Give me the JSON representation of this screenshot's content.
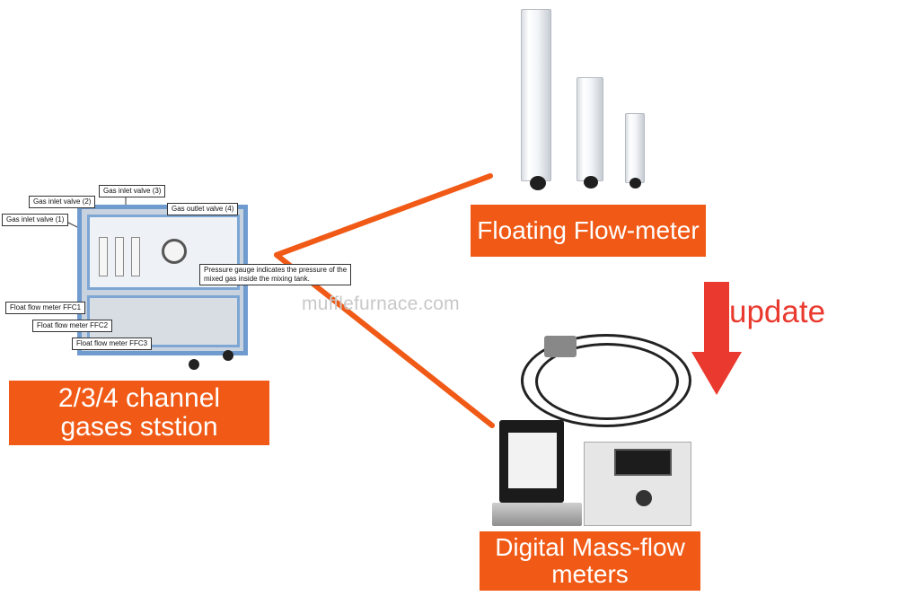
{
  "colors": {
    "accent": "#f05a16",
    "arrow": "#ea3a2f",
    "cabinet_frame": "#6f9bcf"
  },
  "labels": {
    "gas_station_line1": "2/3/4 channel",
    "gas_station_line2": "gases ststion",
    "floating_flow_meter": "Floating Flow-meter",
    "mass_flow_line1": "Digital Mass-flow",
    "mass_flow_line2": "meters",
    "update": "update",
    "watermark": "mufflefurnace.com"
  },
  "callouts": {
    "inlet_valve_1": "Gas inlet valve (1)",
    "inlet_valve_2": "Gas inlet valve (2)",
    "inlet_valve_3": "Gas inlet valve (3)",
    "outlet_valve_4": "Gas outlet valve (4)",
    "pressure_gauge_line1": "Pressure gauge indicates the pressure of the",
    "pressure_gauge_line2": "mixed gas inside the mixing tank.",
    "flow_meter_1": "Float flow meter FFC1",
    "flow_meter_2": "Float flow meter FFC2",
    "flow_meter_3": "Float flow meter FFC3"
  },
  "icons": [
    "down-arrow-icon",
    "connector-lines"
  ]
}
